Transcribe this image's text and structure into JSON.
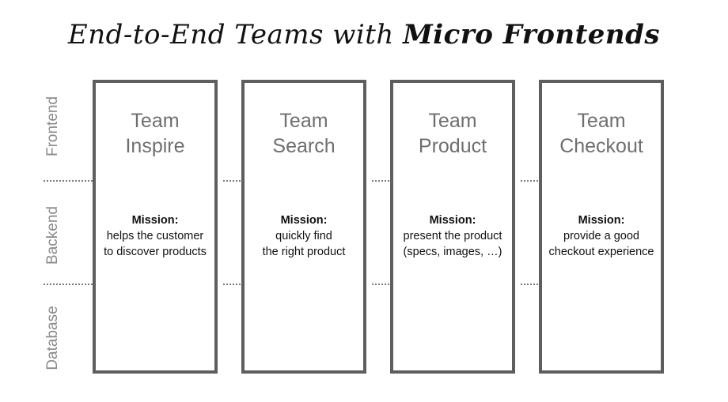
{
  "title": {
    "part1": "End-to-End Teams with ",
    "part2": "Micro Frontends"
  },
  "layers": [
    "Frontend",
    "Backend",
    "Database"
  ],
  "teams": [
    {
      "line1": "Team",
      "line2": "Inspire",
      "mission_heading": "Mission:",
      "mission_line1": "helps the customer",
      "mission_line2": "to discover products"
    },
    {
      "line1": "Team",
      "line2": "Search",
      "mission_heading": "Mission:",
      "mission_line1": "quickly find",
      "mission_line2": "the right product"
    },
    {
      "line1": "Team",
      "line2": "Product",
      "mission_heading": "Mission:",
      "mission_line1": "present the product",
      "mission_line2": "(specs, images, …)"
    },
    {
      "line1": "Team",
      "line2": "Checkout",
      "mission_heading": "Mission:",
      "mission_line1": "provide a good",
      "mission_line2": "checkout experience"
    }
  ]
}
